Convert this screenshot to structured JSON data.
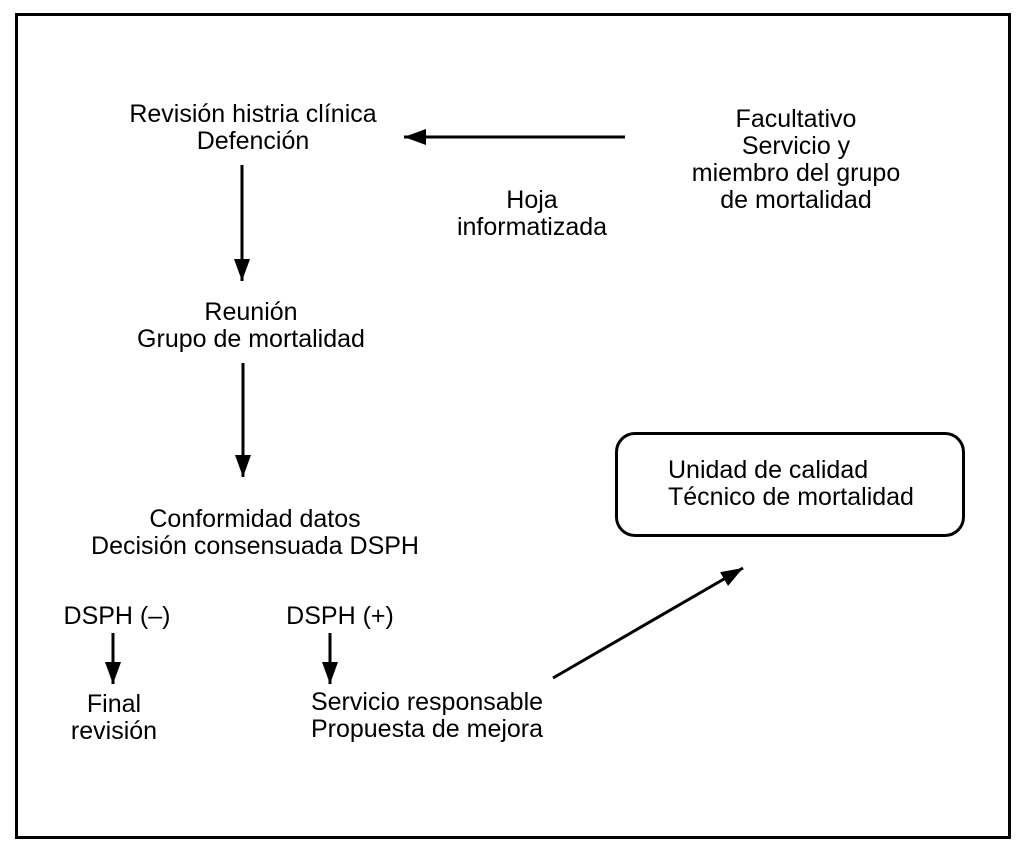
{
  "colors": {
    "ink": "#000000",
    "background": "#ffffff"
  },
  "nodes": {
    "revision": {
      "lines": [
        "Revisión histria clínica",
        "Defención"
      ]
    },
    "facultativo": {
      "lines": [
        "Facultativo",
        "Servicio y",
        "miembro del grupo",
        "de mortalidad"
      ]
    },
    "hoja_informatizada": {
      "lines": [
        "Hoja",
        "informatizada"
      ]
    },
    "reunion": {
      "lines": [
        "Reunión",
        "Grupo de mortalidad"
      ]
    },
    "conformidad": {
      "lines": [
        "Conformidad datos",
        "Decisión consensuada DSPH"
      ]
    },
    "dsph_negative": {
      "label": "DSPH (–)"
    },
    "dsph_positive": {
      "label": "DSPH (+)"
    },
    "final_revision": {
      "lines": [
        "Final",
        "revisión"
      ]
    },
    "servicio_responsable": {
      "lines": [
        "Servicio responsable",
        "Propuesta de mejora"
      ]
    },
    "unidad_calidad": {
      "lines": [
        "Unidad de calidad",
        "Técnico de mortalidad"
      ]
    }
  },
  "arrows": [
    {
      "name": "facultativo-to-revision",
      "direction": "left"
    },
    {
      "name": "revision-to-reunion",
      "direction": "down"
    },
    {
      "name": "reunion-to-conformidad",
      "direction": "down"
    },
    {
      "name": "dsph-negative-to-final",
      "direction": "down"
    },
    {
      "name": "dsph-positive-to-servicio",
      "direction": "down"
    },
    {
      "name": "servicio-to-unidad-calidad",
      "direction": "up-right"
    }
  ]
}
